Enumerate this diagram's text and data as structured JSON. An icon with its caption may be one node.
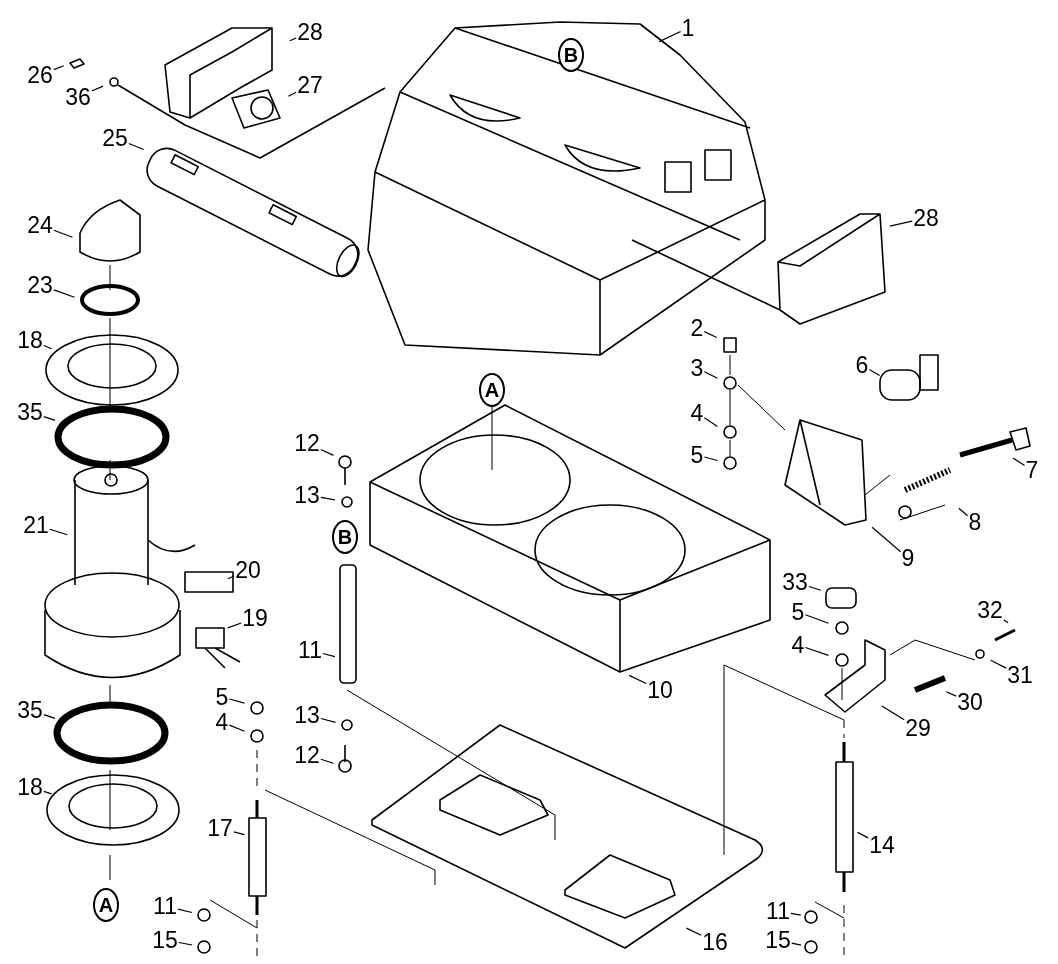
{
  "diagram": {
    "nodes": [
      {
        "text": [
          "1"
        ]
      },
      {
        "text": [
          "28"
        ]
      },
      {
        "text": [
          "26"
        ]
      },
      {
        "text": [
          "27"
        ]
      },
      {
        "text": [
          "36"
        ]
      },
      {
        "text": [
          "25"
        ]
      },
      {
        "text": [
          "28"
        ]
      },
      {
        "text": [
          "24"
        ]
      },
      {
        "text": [
          "23"
        ]
      },
      {
        "text": [
          "2"
        ]
      },
      {
        "text": [
          "18"
        ]
      },
      {
        "text": [
          "6"
        ]
      },
      {
        "text": [
          "3"
        ]
      },
      {
        "text": [
          "35"
        ]
      },
      {
        "text": [
          "4"
        ]
      },
      {
        "text": [
          "12"
        ]
      },
      {
        "text": [
          "5"
        ]
      },
      {
        "text": [
          "7"
        ]
      },
      {
        "text": [
          "13"
        ]
      },
      {
        "text": [
          "21"
        ]
      },
      {
        "text": [
          "8"
        ]
      },
      {
        "text": [
          "20"
        ]
      },
      {
        "text": [
          "9"
        ]
      },
      {
        "text": [
          "33"
        ]
      },
      {
        "text": [
          "19"
        ]
      },
      {
        "text": [
          "32"
        ]
      },
      {
        "text": [
          "5"
        ]
      },
      {
        "text": [
          "11"
        ]
      },
      {
        "text": [
          "4"
        ]
      },
      {
        "text": [
          "31"
        ]
      },
      {
        "text": [
          "10"
        ]
      },
      {
        "text": [
          "5"
        ]
      },
      {
        "text": [
          "30"
        ]
      },
      {
        "text": [
          "35"
        ]
      },
      {
        "text": [
          "4"
        ]
      },
      {
        "text": [
          "13"
        ]
      },
      {
        "text": [
          "29"
        ]
      },
      {
        "text": [
          "12"
        ]
      },
      {
        "text": [
          "18"
        ]
      },
      {
        "text": [
          "17"
        ]
      },
      {
        "text": [
          "14"
        ]
      },
      {
        "text": [
          "11"
        ]
      },
      {
        "text": [
          "11"
        ]
      },
      {
        "text": [
          "15"
        ]
      },
      {
        "text": [
          "16"
        ]
      },
      {
        "text": [
          "15"
        ]
      }
    ],
    "edges": [
      {
        "from": 0,
        "to": null,
        "arrow": "none"
      },
      {
        "from": 1,
        "to": null,
        "arrow": "none"
      },
      {
        "from": 2,
        "to": null,
        "arrow": "none"
      },
      {
        "from": 3,
        "to": null,
        "arrow": "none"
      },
      {
        "from": 4,
        "to": null,
        "arrow": "none"
      },
      {
        "from": 5,
        "to": null,
        "arrow": "none"
      },
      {
        "from": 6,
        "to": null,
        "arrow": "none"
      },
      {
        "from": 7,
        "to": null,
        "arrow": "none"
      },
      {
        "from": 8,
        "to": null,
        "arrow": "none"
      },
      {
        "from": 9,
        "to": null,
        "arrow": "none"
      },
      {
        "from": 10,
        "to": null,
        "arrow": "none"
      },
      {
        "from": 11,
        "to": null,
        "arrow": "none"
      },
      {
        "from": 12,
        "to": null,
        "arrow": "none"
      },
      {
        "from": 13,
        "to": null,
        "arrow": "none"
      },
      {
        "from": 14,
        "to": null,
        "arrow": "none"
      },
      {
        "from": 15,
        "to": null,
        "arrow": "none"
      },
      {
        "from": 16,
        "to": null,
        "arrow": "none"
      },
      {
        "from": 17,
        "to": null,
        "arrow": "none"
      },
      {
        "from": 18,
        "to": null,
        "arrow": "none"
      },
      {
        "from": 19,
        "to": null,
        "arrow": "none"
      },
      {
        "from": 20,
        "to": null,
        "arrow": "none"
      },
      {
        "from": 21,
        "to": null,
        "arrow": "none"
      },
      {
        "from": 22,
        "to": null,
        "arrow": "none"
      },
      {
        "from": 23,
        "to": null,
        "arrow": "none"
      },
      {
        "from": 24,
        "to": null,
        "arrow": "none"
      },
      {
        "from": 25,
        "to": null,
        "arrow": "none"
      },
      {
        "from": 26,
        "to": null,
        "arrow": "none"
      },
      {
        "from": 27,
        "to": null,
        "arrow": "none"
      },
      {
        "from": 28,
        "to": null,
        "arrow": "none"
      },
      {
        "from": 29,
        "to": null,
        "arrow": "none"
      },
      {
        "from": 30,
        "to": null,
        "arrow": "none"
      },
      {
        "from": 31,
        "to": null,
        "arrow": "none"
      },
      {
        "from": 32,
        "to": null,
        "arrow": "none"
      },
      {
        "from": 33,
        "to": null,
        "arrow": "none"
      },
      {
        "from": 34,
        "to": null,
        "arrow": "none"
      },
      {
        "from": 35,
        "to": null,
        "arrow": "none"
      },
      {
        "from": 36,
        "to": null,
        "arrow": "none"
      },
      {
        "from": 37,
        "to": null,
        "arrow": "none"
      },
      {
        "from": 38,
        "to": null,
        "arrow": "none"
      },
      {
        "from": 39,
        "to": null,
        "arrow": "none"
      },
      {
        "from": 40,
        "to": null,
        "arrow": "none"
      },
      {
        "from": 41,
        "to": null,
        "arrow": "none"
      },
      {
        "from": 42,
        "to": null,
        "arrow": "none"
      },
      {
        "from": 43,
        "to": null,
        "arrow": "none"
      },
      {
        "from": 44,
        "to": null,
        "arrow": "none"
      },
      {
        "from": 45,
        "to": null,
        "arrow": "none"
      }
    ],
    "labels": [
      "B",
      "A",
      "B",
      "A"
    ]
  }
}
